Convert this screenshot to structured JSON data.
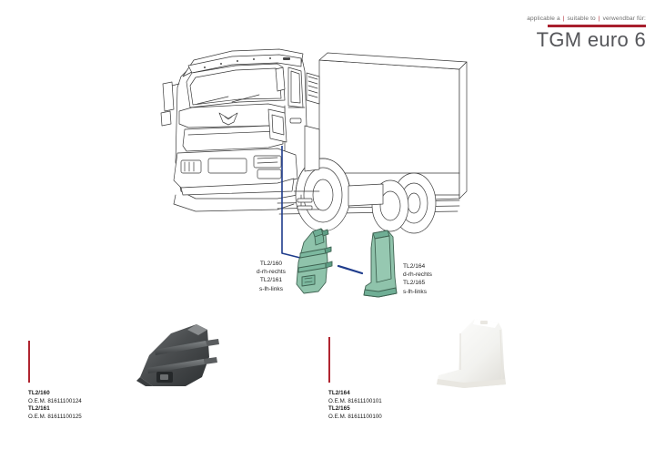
{
  "header": {
    "applicable_prefix": "applicable a",
    "applicable_mid": "suitable to",
    "applicable_suffix": "verwendbar für:",
    "separator": "|",
    "title": "TGM euro 6",
    "accent_color": "#a81f2d",
    "title_color": "#55565a"
  },
  "illustration": {
    "vehicle_name": "truck-line-drawing",
    "leader_color": "#1f3c8c",
    "part_fill": "#8fc3ab",
    "part_stroke": "#3b5c4c"
  },
  "callouts": [
    {
      "name": "callout-left",
      "line1": "TL2/160",
      "line2": "d-rh-rechts",
      "line3": "TL2/161",
      "line4": "s-lh-links"
    },
    {
      "name": "callout-right",
      "line1": "TL2/164",
      "line2": "d-rh-rechts",
      "line3": "TL2/165",
      "line4": "s-lh-links"
    }
  ],
  "parts": [
    {
      "name": "part-left",
      "code1": "TL2/160",
      "oem1": "O.E.M. 81611100124",
      "code2": "TL2/161",
      "oem2": "O.E.M. 81611100125",
      "photo_name": "photo-dark-fairing"
    },
    {
      "name": "part-right",
      "code1": "TL2/164",
      "oem1": "O.E.M. 81611100101",
      "code2": "TL2/165",
      "oem2": "O.E.M. 81611100100",
      "photo_name": "photo-white-corner"
    }
  ]
}
